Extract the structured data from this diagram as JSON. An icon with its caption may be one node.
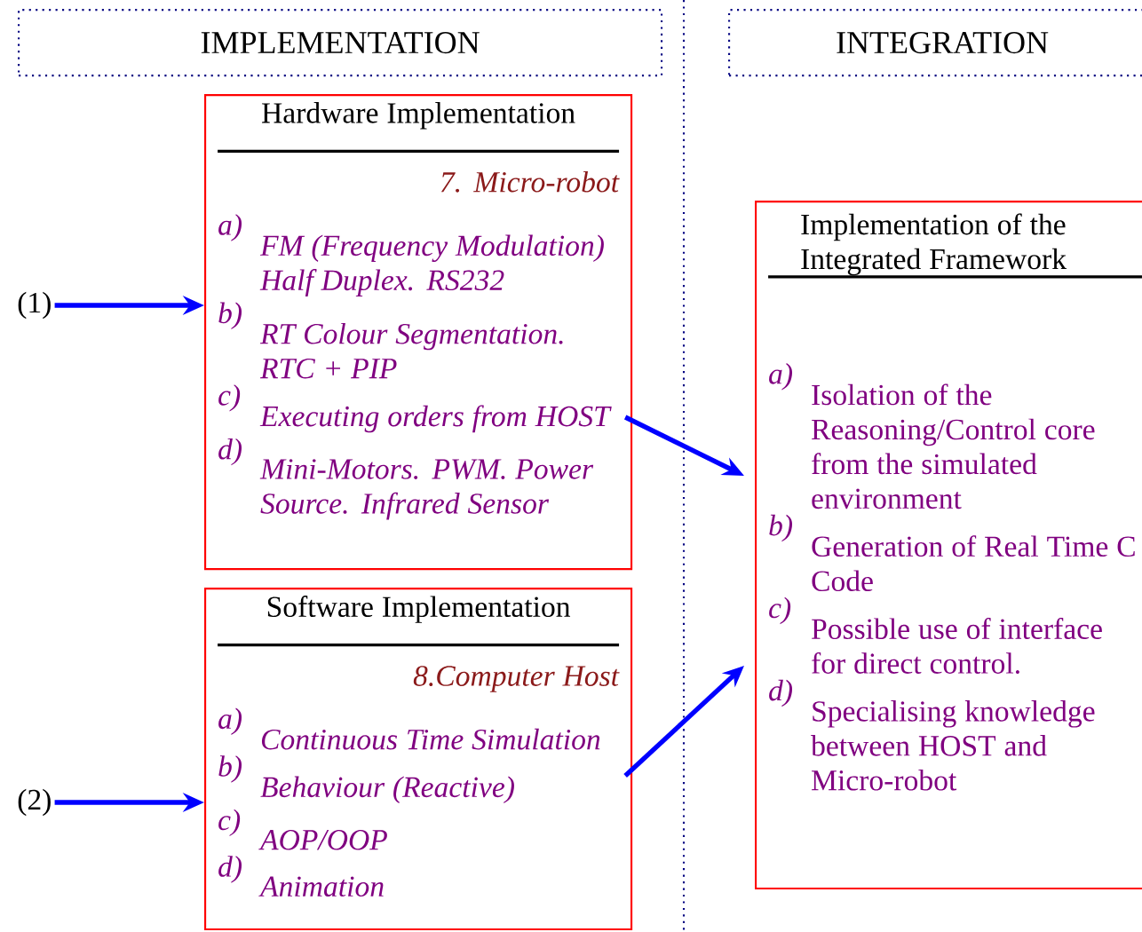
{
  "diagram": {
    "nodes": [
      {
        "text": [
          "IMPLEMENTATION"
        ]
      },
      {
        "text": [
          "INTEGRATION"
        ]
      },
      {
        "text": [
          "Hardware Implementation",
          "7. Micro-robot",
          "a)",
          "FM (Frequency Modulation) Half Duplex. RS232",
          "b)",
          "RT Colour Segmentation. RTC + PIP",
          "c)",
          "Executing orders from HOST",
          "d)",
          "Mini-Motors.  PWM. Power Source. Infrared Sensor"
        ]
      },
      {
        "text": [
          "Software  Implementation",
          "8.Computer Host",
          "a)",
          "Continuous Time Simulation",
          "b)",
          "Behaviour (Reactive)",
          "c)",
          "AOP/OOP",
          "d)",
          "Animation"
        ]
      },
      {
        "text": [
          "Implementation of the Integrated Framework",
          "a)",
          "Isolation of the Reasoning/Control core from the simulated environment",
          "b)",
          "Generation of Real Time C Code",
          "c)",
          "Possible use of interface for direct control.",
          "d)",
          "Specialising knowledge between HOST and Micro-robot"
        ]
      },
      {
        "text": [
          "(1)"
        ]
      },
      {
        "text": [
          "(2)"
        ]
      }
    ],
    "edges": [
      {
        "from": 5,
        "to": 2,
        "arrow": "to"
      },
      {
        "from": 6,
        "to": 3,
        "arrow": "to"
      },
      {
        "from": 2,
        "to": 4,
        "arrow": "to"
      },
      {
        "from": 3,
        "to": 4,
        "arrow": "to"
      }
    ]
  }
}
